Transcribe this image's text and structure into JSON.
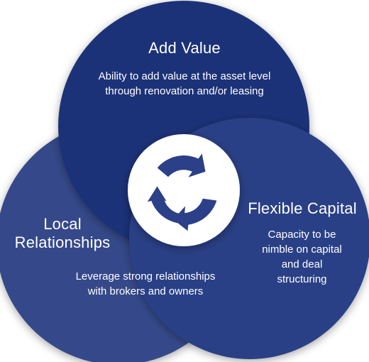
{
  "diagram": {
    "colors": {
      "top_circle": "#1c3278",
      "left_circle": "#34488a",
      "right_circle": "#2a3f86",
      "hub_ring": "#ffffff",
      "hub_arrows": "#2b4088"
    },
    "center_icon": "cycle-arrows-icon",
    "nodes": [
      {
        "title": "Add Value",
        "text": "Ability to add value at the asset level through renovation and/or leasing"
      },
      {
        "title": "Local Relationships",
        "text": "Leverage strong relationships with brokers and owners"
      },
      {
        "title": "Flexible Capital",
        "text": "Capacity to be nimble on capital and deal structuring"
      }
    ]
  }
}
